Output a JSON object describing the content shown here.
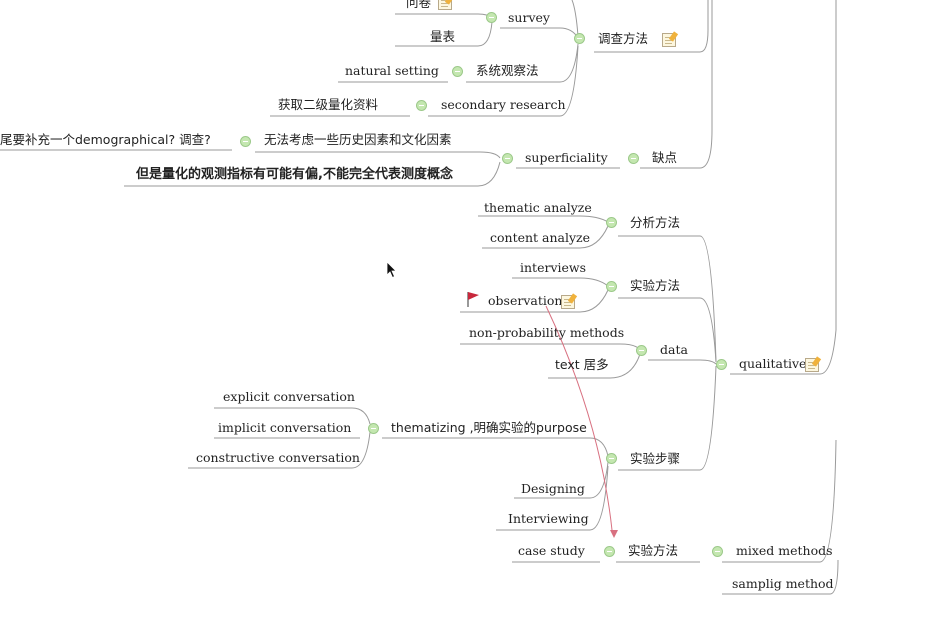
{
  "nodes": {
    "wenjuan": "问卷",
    "survey": "survey",
    "liangbiao": "量表",
    "diaocha_fangfa": "调查方法",
    "natural_setting": "natural setting",
    "xitong_guancha": "系统观察法",
    "huoqu": "获取二级量化资料",
    "secondary_research": "secondary research",
    "demographical": "尾要补充一个demographical? 调查?",
    "wufa_kaolv": "无法考虑一些历史因素和文化因素",
    "superficiality": "superficiality",
    "quedian": "缺点",
    "danshi": "但是量化的观测指标有可能有偏,不能完全代表测度概念",
    "thematic_analyze": "thematic analyze",
    "content_analyze": "content analyze",
    "fenxi_fangfa": "分析方法",
    "interviews": "interviews",
    "shiyan_fangfa_1": "实验方法",
    "observation": "observation",
    "non_probability": "non-probability methods",
    "data": "data",
    "text_juduo": "text 居多",
    "qualitative": "qualitative",
    "explicit": "explicit conversation",
    "implicit": "implicit  conversation",
    "constructive": "constructive conversation",
    "thematizing": "thematizing ,明确实验的purpose",
    "shiyan_buzhou": "实验步骤",
    "designing": "Designing",
    "interviewing": "Interviewing",
    "case_study": "case study",
    "shiyan_fangfa_2": "实验方法",
    "mixed_methods": "mixed methods",
    "samplig_method": "samplig method"
  },
  "icons": {
    "collapse": "minus-circle-icon",
    "note": "note-icon",
    "flag": "flag-icon",
    "cursor": "mouse-cursor-icon"
  },
  "colors": {
    "line": "#9a9a9a",
    "collapse_fill": "#c4e7b0",
    "flag": "#c8283c",
    "relation": "#d87080"
  }
}
